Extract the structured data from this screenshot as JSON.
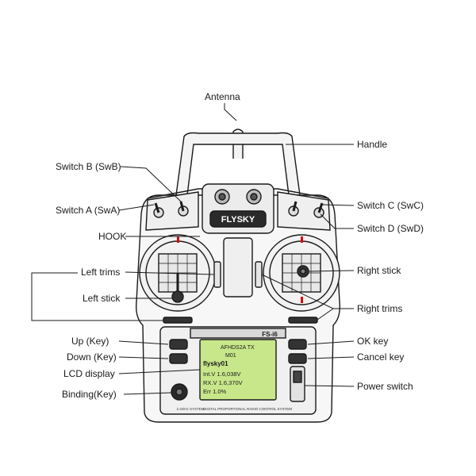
{
  "labels": {
    "antenna": "Antenna",
    "handle": "Handle",
    "switch_b": "Switch B (SwB)",
    "switch_a": "Switch A (SwA)",
    "switch_c": "Switch C (SwC)",
    "switch_d": "Switch D (SwD)",
    "hook": "HOOK",
    "left_trims": "Left trims",
    "left_stick": "Left stick",
    "right_stick": "Right stick",
    "right_trims": "Right trims",
    "up_key": "Up (Key)",
    "down_key": "Down (Key)",
    "lcd_display": "LCD display",
    "binding_key": "Binding(Key)",
    "ok_key": "OK key",
    "cancel_key": "Cancel key",
    "power_switch": "Power switch"
  },
  "device": {
    "brand_logo": "FLYSKY",
    "model": "FS-i6",
    "lcd_line1": "AFHDS2A TX",
    "lcd_line2": "M01",
    "lcd_line3": "flysky01",
    "lcd_line4": "Int.V 1.6,038V",
    "lcd_line5": "RX.V 1.6,370V",
    "lcd_line6": "Err 1.0%",
    "bottom_text": "DIGITAL PROPORTIONAL RADIO CONTROL SYSTEM",
    "bottom_left_text": "2.4GHz SYSTEM"
  },
  "colors": {
    "line": "#1a1a1a",
    "body_fill": "#f4f4f4",
    "lcd_fill": "#c8e68a",
    "trim_mark": "#e00000"
  }
}
